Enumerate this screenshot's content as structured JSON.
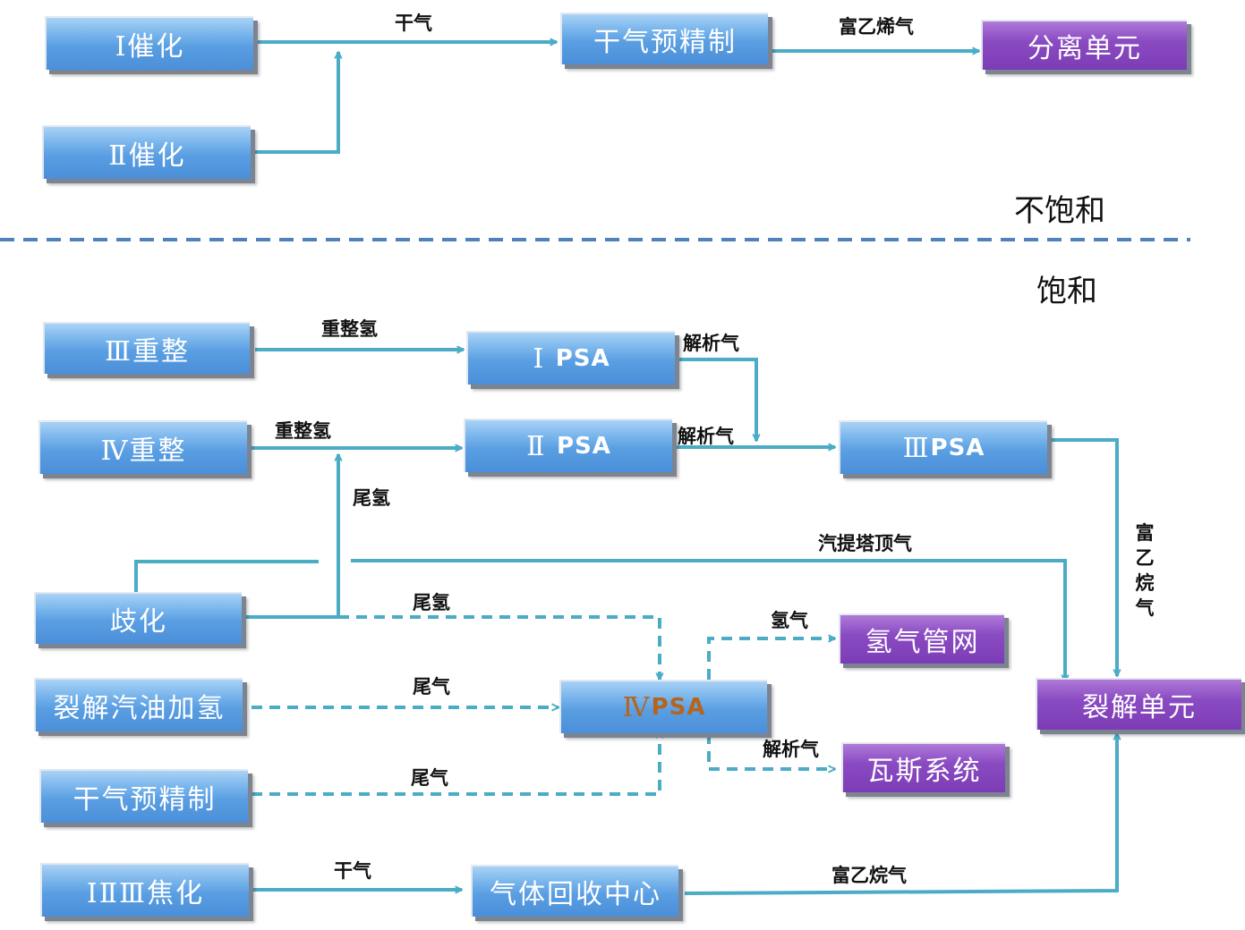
{
  "sections": {
    "top": "不饱和",
    "bottom": "饱和"
  },
  "nodes": {
    "cat1": "Ⅰ催化",
    "cat2": "Ⅱ催化",
    "dry_gas_refine_top": "干气预精制",
    "separation_unit": "分离单元",
    "reform3": "Ⅲ重整",
    "reform4": "Ⅳ重整",
    "qihua": "歧化",
    "cracked_gasoline_hydro": "裂解汽油加氢",
    "dry_gas_refine_bottom": "干气预精制",
    "coking": "ⅠⅡⅢ焦化",
    "psa1": "Ⅰ",
    "psa2": "Ⅱ",
    "psa3": "Ⅲ",
    "psa4": "Ⅳ",
    "psa_suffix": "PSA",
    "h2_network": "氢气管网",
    "gas_system": "瓦斯系统",
    "cracking_unit": "裂解单元",
    "gas_recovery": "气体回收中心"
  },
  "labels": {
    "dry_gas_top": "干气",
    "rich_ethylene": "富乙烯气",
    "reform_h2_1": "重整氢",
    "reform_h2_2": "重整氢",
    "desorb_1": "解析气",
    "desorb_2": "解析气",
    "tail_h2_1": "尾氢",
    "tail_h2_2": "尾氢",
    "stripper_top": "汽提塔顶气",
    "rich_ethane_vert": "富乙烷气",
    "hydrogen": "氢气",
    "tail_gas_1": "尾气",
    "tail_gas_2": "尾气",
    "desorb_3": "解析气",
    "dry_gas_bottom": "干气",
    "rich_ethane_bottom": "富乙烷气"
  },
  "colors": {
    "arrow": "#4bacc6",
    "divider": "#4f81bd",
    "blue_box": "#5a9ee2",
    "purple_box": "#7b3cb5",
    "psa4_text": "#b5651d"
  }
}
